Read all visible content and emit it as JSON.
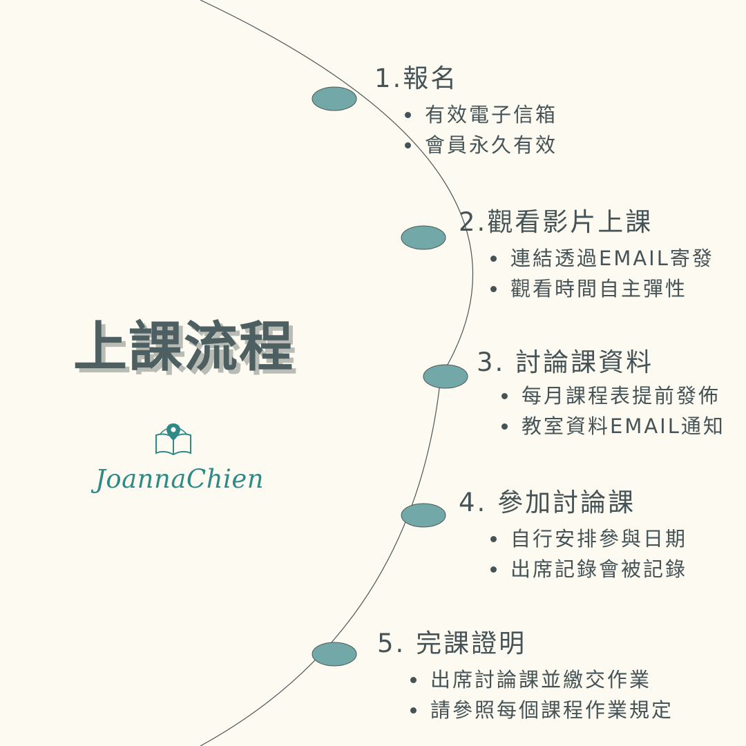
{
  "title": "上課流程",
  "logo": {
    "text": "JoannaChien",
    "icon": "open-book-map-pin-icon"
  },
  "colors": {
    "background": "#fdfbf1",
    "node": "#73a8a8",
    "text": "#455356",
    "logo": "#2e8a86"
  },
  "steps": [
    {
      "title": "1.報名",
      "items": [
        "有效電子信箱",
        "會員永久有效"
      ]
    },
    {
      "title": "2.觀看影片上課",
      "items": [
        "連結透過EMAIL寄發",
        "觀看時間自主彈性"
      ]
    },
    {
      "title": "3. 討論課資料",
      "items": [
        "每月課程表提前發佈",
        "教室資料EMAIL通知"
      ]
    },
    {
      "title": "4. 參加討論課",
      "items": [
        "自行安排參與日期",
        "出席記錄會被記錄"
      ]
    },
    {
      "title": "5. 完課證明",
      "items": [
        "出席討論課並繳交作業",
        "請參照每個課程作業規定"
      ]
    }
  ]
}
